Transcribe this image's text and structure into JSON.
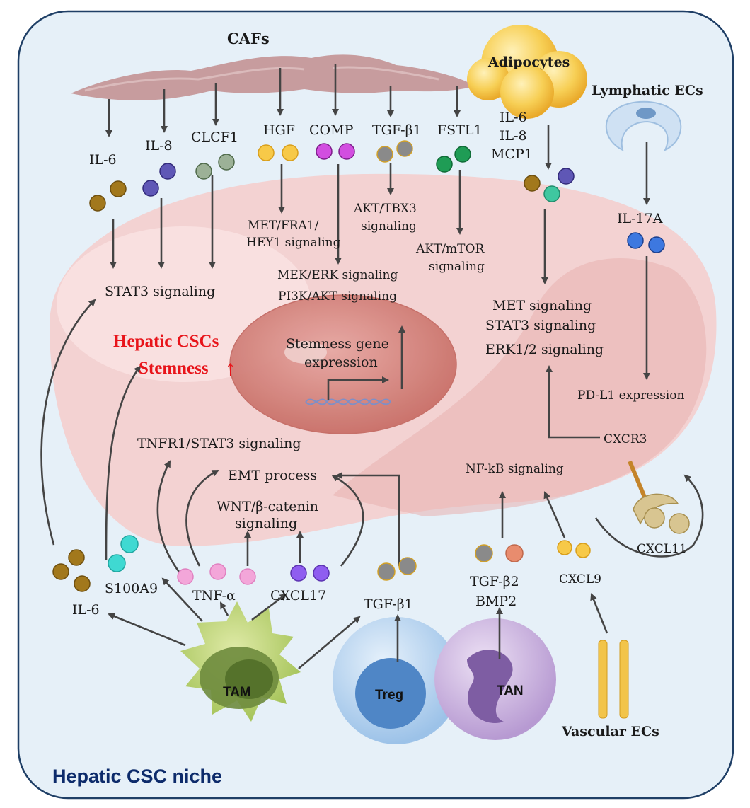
{
  "niche_label": "Hepatic CSC niche",
  "center": {
    "title_line1": "Hepatic CSCs",
    "title_line2": "Stemness",
    "up_arrow": "↑",
    "nucleus_line1": "Stemness gene",
    "nucleus_line2": "expression"
  },
  "cells": {
    "cafs": "CAFs",
    "adipocytes": "Adipocytes",
    "lymphatic_ecs": "Lymphatic ECs",
    "tam": "TAM",
    "treg": "Treg",
    "tan": "TAN",
    "vascular_ecs": "Vascular ECs"
  },
  "caf_factors": {
    "il6": "IL-6",
    "il8": "IL-8",
    "clcf1": "CLCF1",
    "hgf": "HGF",
    "comp": "COMP",
    "tgfb1": "TGF-β1",
    "fstl1": "FSTL1"
  },
  "adipocyte_factors": {
    "l1": "IL-6",
    "l2": "IL-8",
    "l3": "MCP1"
  },
  "lymphatic_factor": "IL-17A",
  "pathways": {
    "stat3": "STAT3 signaling",
    "met_fra1_l1": "MET/FRA1/",
    "met_fra1_l2": "HEY1 signaling",
    "mek_erk": "MEK/ERK signaling",
    "pi3k_akt": "PI3K/AKT signaling",
    "akt_tbx3_l1": "AKT/TBX3",
    "akt_tbx3_l2": "signaling",
    "akt_mtor_l1": "AKT/mTOR",
    "akt_mtor_l2": "signaling",
    "met": "MET signaling",
    "stat3_b": "STAT3 signaling",
    "erk12": "ERK1/2 signaling",
    "pdl1": "PD-L1 expression",
    "cxcr3": "CXCR3",
    "tnfr1": "TNFR1/STAT3 signaling",
    "emt": "EMT process",
    "wnt_l1": "WNT/β-catenin",
    "wnt_l2": "signaling",
    "nfkb": "NF-kB signaling"
  },
  "bottom_factors": {
    "il6": "IL-6",
    "s100a9": "S100A9",
    "tnfa": "TNF-α",
    "cxcl17": "CXCL17",
    "tgfb1": "TGF-β1",
    "tgfb2": "TGF-β2",
    "bmp2": "BMP2",
    "cxcl9": "CXCL9",
    "cxcl11": "CXCL11"
  },
  "colors": {
    "background": "#e6f0f8",
    "cell_body": "#f4cccb",
    "nucleus": "#d98b86",
    "il6": "#a2781c",
    "il8": "#5f57b6",
    "clcf1": "#9cb197",
    "hgf": "#f7c948",
    "comp": "#d24ee0",
    "tgfb": "#8a8a8a",
    "fstl1": "#1f9c55",
    "il17a": "#3d78e0",
    "s100a9": "#3fd9d2",
    "tnfa": "#f3a6d9",
    "cxcl17": "#8f5df0",
    "bmp2": "#e88c6e",
    "cxcl9": "#f7c948",
    "cxcl11": "#d8c591",
    "title_red": "#e8141a",
    "niche_blue": "#0d2b6b"
  }
}
